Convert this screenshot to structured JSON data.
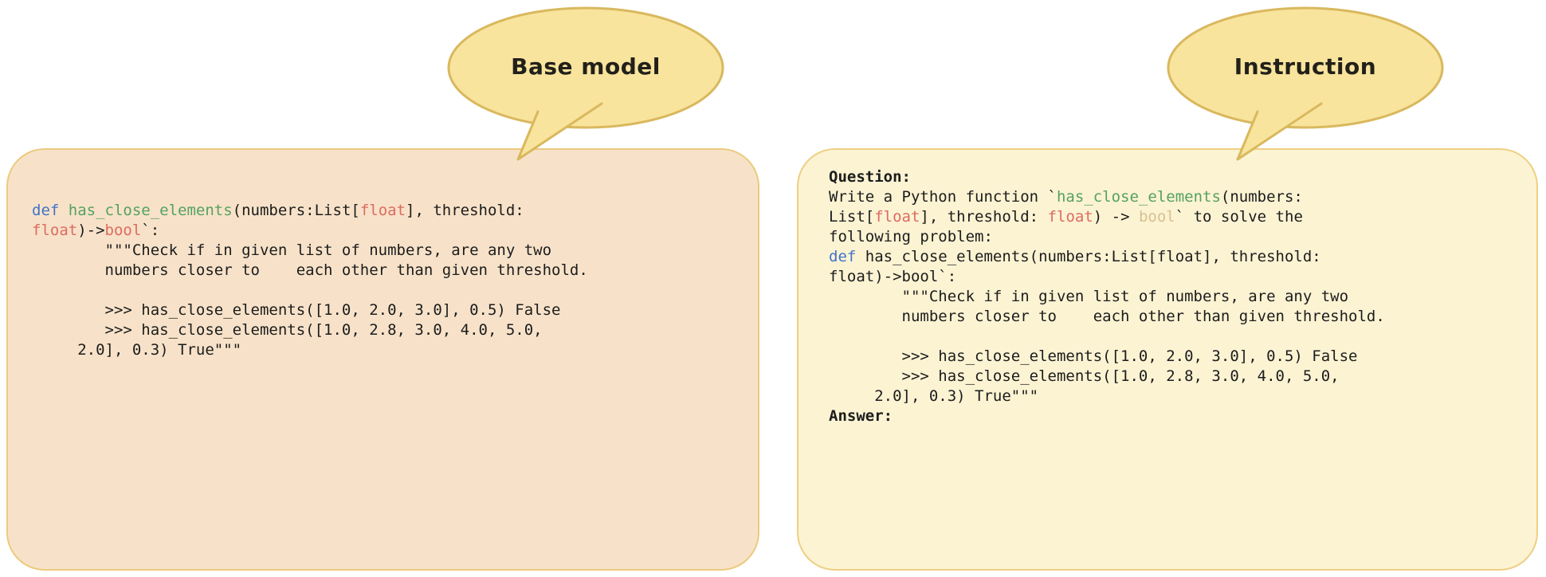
{
  "colors": {
    "page_bg": "#ffffff",
    "keyword": "#4273c8",
    "function_name": "#55a25f",
    "type_name": "#dd6b60",
    "muted_type": "#d6c190",
    "code_text": "#1c1c1c",
    "left_panel_bg": "#f7e2c9",
    "left_panel_border": "#ecca7e",
    "right_panel_bg": "#fcf3d3",
    "right_panel_border": "#edd083",
    "bubble_bg": "#f8e49c",
    "bubble_border": "#d9b85e",
    "label_text": "#22201a"
  },
  "panels": [
    {
      "name": "base-model",
      "bubble_label": "Base model",
      "lines": [
        {
          "segments": [
            {
              "t": "def ",
              "c": "k"
            },
            {
              "t": "has_close_elements",
              "c": "f"
            },
            {
              "t": "(numbers:List[",
              "c": ""
            },
            {
              "t": "float",
              "c": "t"
            },
            {
              "t": "], threshold:",
              "c": ""
            }
          ]
        },
        {
          "segments": [
            {
              "t": "float",
              "c": "t"
            },
            {
              "t": ")->",
              "c": ""
            },
            {
              "t": "bool",
              "c": "t"
            },
            {
              "t": "`:",
              "c": ""
            }
          ]
        },
        {
          "segments": [
            {
              "t": "        \"\"\"Check if in given list of numbers, are any two",
              "c": ""
            }
          ]
        },
        {
          "segments": [
            {
              "t": "        numbers closer to    each other than given threshold.",
              "c": ""
            }
          ]
        },
        {
          "segments": []
        },
        {
          "segments": [
            {
              "t": "        >>> has_close_elements([1.0, 2.0, 3.0], 0.5) False",
              "c": ""
            }
          ]
        },
        {
          "segments": [
            {
              "t": "        >>> has_close_elements([1.0, 2.8, 3.0, 4.0, 5.0,",
              "c": ""
            }
          ]
        },
        {
          "segments": [
            {
              "t": "     2.0], 0.3) True\"\"\"",
              "c": ""
            }
          ]
        }
      ]
    },
    {
      "name": "instruction",
      "bubble_label": "Instruction",
      "lines": [
        {
          "segments": [
            {
              "t": "Question:",
              "c": "b"
            }
          ]
        },
        {
          "segments": [
            {
              "t": "Write a Python function `",
              "c": ""
            },
            {
              "t": "has_close_elements",
              "c": "f"
            },
            {
              "t": "(numbers:",
              "c": ""
            }
          ]
        },
        {
          "segments": [
            {
              "t": "List[",
              "c": ""
            },
            {
              "t": "float",
              "c": "t"
            },
            {
              "t": "], threshold: ",
              "c": ""
            },
            {
              "t": "float",
              "c": "t"
            },
            {
              "t": ") -> ",
              "c": ""
            },
            {
              "t": "bool",
              "c": "m"
            },
            {
              "t": "` to solve the",
              "c": ""
            }
          ]
        },
        {
          "segments": [
            {
              "t": "following problem:",
              "c": ""
            }
          ]
        },
        {
          "segments": [
            {
              "t": "def ",
              "c": "k"
            },
            {
              "t": "has_close_elements(numbers:List[float], threshold:",
              "c": ""
            }
          ]
        },
        {
          "segments": [
            {
              "t": "float)->bool`:",
              "c": ""
            }
          ]
        },
        {
          "segments": [
            {
              "t": "        \"\"\"Check if in given list of numbers, are any two",
              "c": ""
            }
          ]
        },
        {
          "segments": [
            {
              "t": "        numbers closer to    each other than given threshold.",
              "c": ""
            }
          ]
        },
        {
          "segments": []
        },
        {
          "segments": [
            {
              "t": "        >>> has_close_elements([1.0, 2.0, 3.0], 0.5) False",
              "c": ""
            }
          ]
        },
        {
          "segments": [
            {
              "t": "        >>> has_close_elements([1.0, 2.8, 3.0, 4.0, 5.0,",
              "c": ""
            }
          ]
        },
        {
          "segments": [
            {
              "t": "     2.0], 0.3) True\"\"\"",
              "c": ""
            }
          ]
        },
        {
          "segments": [
            {
              "t": "Answer:",
              "c": "b"
            }
          ]
        }
      ]
    }
  ]
}
